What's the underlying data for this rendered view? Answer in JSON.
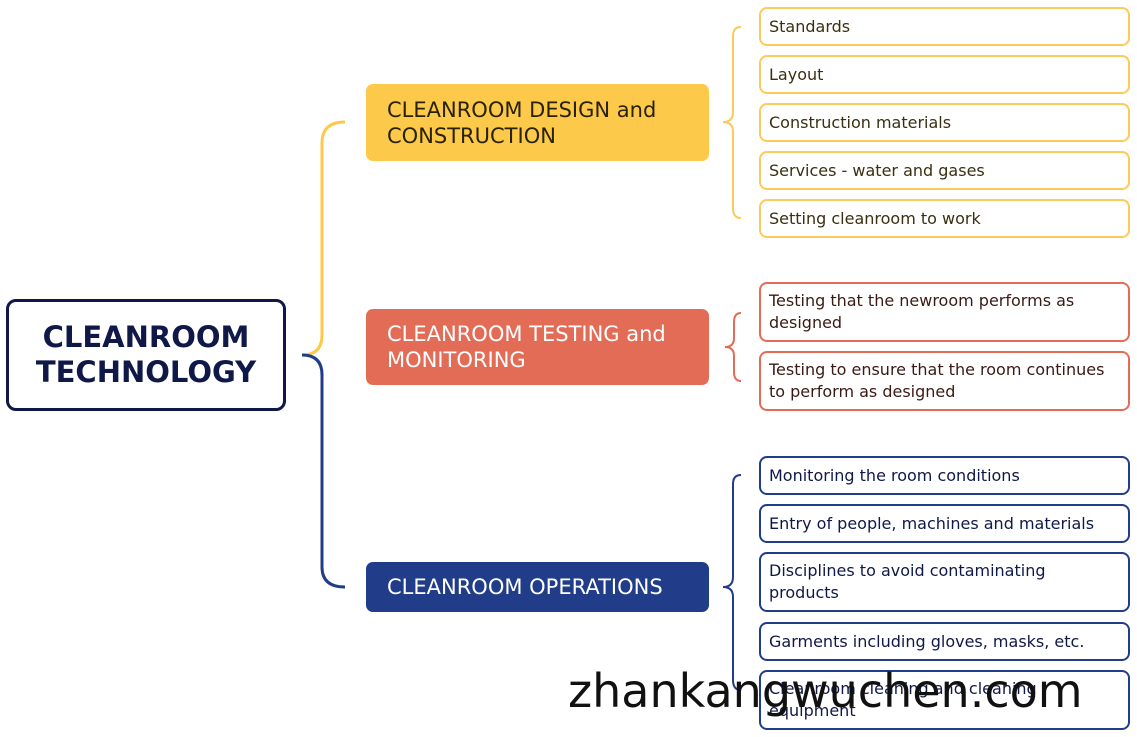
{
  "root": {
    "line1": "CLEANROOM",
    "line2": "TECHNOLOGY"
  },
  "branches": [
    {
      "line1": "CLEANROOM DESIGN and",
      "line2": "CONSTRUCTION",
      "color": "#fdc94a",
      "items": [
        {
          "line1": "Standards"
        },
        {
          "line1": "Layout"
        },
        {
          "line1": "Construction materials"
        },
        {
          "line1": "Services - water and gases"
        },
        {
          "line1": "Setting cleanroom to work"
        }
      ]
    },
    {
      "line1": "CLEANROOM  TESTING and",
      "line2": "MONITORING",
      "color": "#e36c57",
      "items": [
        {
          "line1": "Testing that the newroom performs as",
          "line2": "designed"
        },
        {
          "line1": "Testing to ensure that the room continues",
          "line2": "to perform as designed"
        }
      ]
    },
    {
      "line1": "CLEANROOM OPERATIONS",
      "color": "#213d8a",
      "items": [
        {
          "line1": "Monitoring the room conditions"
        },
        {
          "line1": "Entry of people, machines and materials"
        },
        {
          "line1": "Disciplines to avoid contaminating",
          "line2": "products"
        },
        {
          "line1": "Garments including gloves, masks, etc."
        },
        {
          "line1": "Cleanroom cleaning and cleaning",
          "line2": "equipment"
        }
      ]
    }
  ],
  "watermark": "zhankangwuchen.com"
}
